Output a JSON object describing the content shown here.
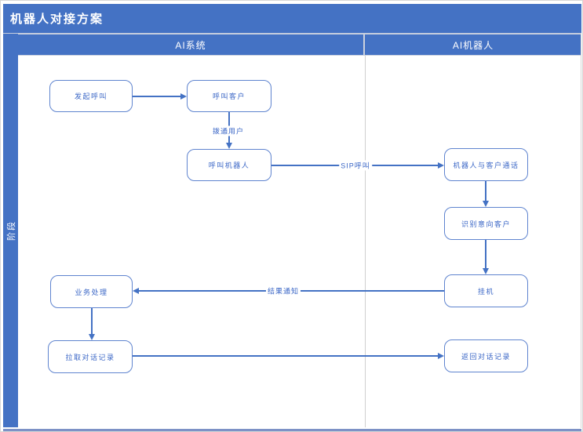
{
  "title": "机器人对接方案",
  "phase_label": "阶段",
  "lanes": {
    "left": "AI系统",
    "right": "AI机器人"
  },
  "nodes": {
    "initiate_call": "发起呼叫",
    "call_customer": "呼叫客户",
    "call_robot": "呼叫机器人",
    "robot_customer_talk": "机器人与客户通话",
    "identify_intent": "识别意向客户",
    "hang_up": "挂机",
    "business_processing": "业务处理",
    "pull_records": "拉取对话记录",
    "return_records": "返回对话记录"
  },
  "edge_labels": {
    "dial_through": "拨通用户",
    "sip_call": "SIP呼叫",
    "result_notice": "结果通知"
  },
  "colors": {
    "accent": "#4472C4",
    "box_border": "#5F84CF",
    "box_text": "#3A66C6",
    "lane_divider": "#CFCFCF",
    "bottom_line": "#7D92C6"
  }
}
